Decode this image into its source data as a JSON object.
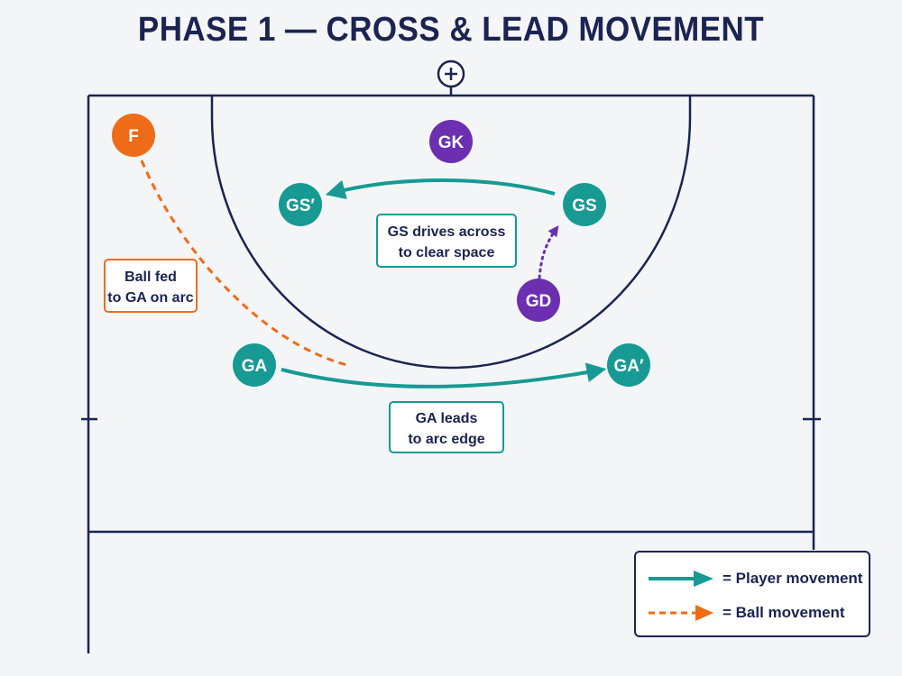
{
  "title": "PHASE 1 — CROSS & LEAD MOVEMENT",
  "colors": {
    "court_line": "#1b2451",
    "teal": "#169a93",
    "purple": "#6b2fb0",
    "orange": "#ee6c18"
  },
  "players": {
    "f": "F",
    "gk": "GK",
    "gs": "GS",
    "gs_prime": "GS′",
    "gd": "GD",
    "ga": "GA",
    "ga_prime": "GA′"
  },
  "notes": {
    "gs_drive": [
      "GS drives across",
      "to clear space"
    ],
    "ball_fed": [
      "Ball fed",
      "to GA on arc"
    ],
    "ga_lead": [
      "GA leads",
      "to arc edge"
    ]
  },
  "legend": {
    "player_movement": "= Player movement",
    "ball_movement": "= Ball movement"
  },
  "icons": {
    "goal_post": "goal-post-icon"
  }
}
